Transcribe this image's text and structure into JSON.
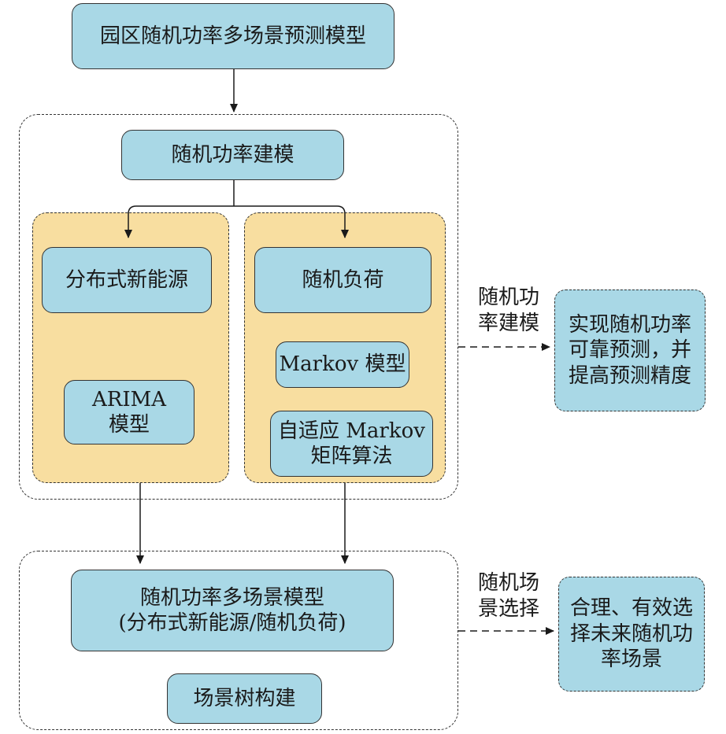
{
  "nodes": {
    "top": "园区随机功率多场景预测模型",
    "power_modeling": "随机功率建模",
    "distributed_energy": "分布式新能源",
    "arima": [
      "ARIMA",
      "模型"
    ],
    "random_load": "随机负荷",
    "markov": "Markov 模型",
    "adaptive_markov": [
      "自适应 Markov",
      "矩阵算法"
    ],
    "multi_scene": [
      "随机功率多场景模型",
      "(分布式新能源/随机负荷)"
    ],
    "scene_tree": "场景树构建",
    "outcome_forecast": [
      "实现随机功率",
      "可靠预测，并",
      "提高预测精度"
    ],
    "outcome_scene": [
      "合理、有效选",
      "择未来随机功",
      "率场景"
    ]
  },
  "edge_labels": {
    "power_modeling": [
      "随机功",
      "率建模"
    ],
    "scene_selection": [
      "随机场",
      "景选择"
    ]
  },
  "colors": {
    "node_fill": "#a9d8e6",
    "panel_fill": "#f8dea0",
    "stroke": "#333333"
  }
}
